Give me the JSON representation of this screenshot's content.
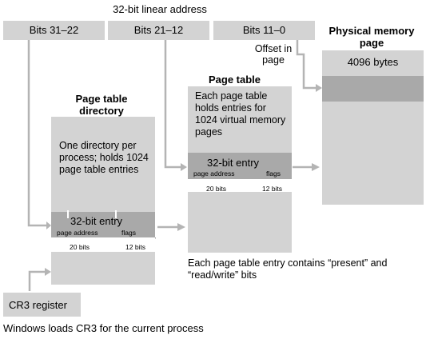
{
  "linear_address": {
    "title": "32-bit linear address",
    "fields": [
      "Bits 31–22",
      "Bits 21–12",
      "Bits 11–0"
    ],
    "offset_label": "Offset in page"
  },
  "directory": {
    "title": "Page table directory",
    "description": "One directory per process; holds 1024 page table entries",
    "entry_label": "32-bit entry",
    "page_address_label": "page address",
    "flags_label": "flags",
    "page_address_bits": "20 bits",
    "flags_bits": "12 bits"
  },
  "page_table": {
    "title": "Page table",
    "description": "Each page table holds entries for 1024 virtual memory pages",
    "entry_label": "32-bit entry",
    "page_address_label": "page address",
    "flags_label": "flags",
    "page_address_bits": "20 bits",
    "flags_bits": "12 bits",
    "note": "Each page table entry contains “present” and “read/write” bits"
  },
  "physical_page": {
    "title": "Physical memory page",
    "size_label": "4096 bytes"
  },
  "cr3": {
    "label": "CR3 register",
    "caption": "Windows loads CR3 for the current process"
  },
  "colors": {
    "light_box": "#d3d3d3",
    "dark_box": "#a9a9a9",
    "connector": "#b4b4b4"
  }
}
